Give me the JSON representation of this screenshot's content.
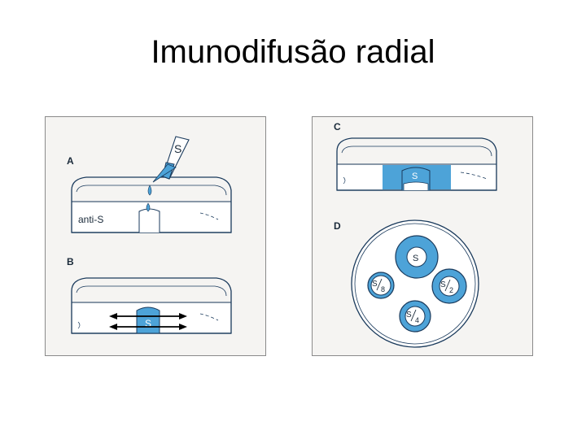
{
  "slide": {
    "title": "Imunodifusão radial"
  },
  "figure": {
    "panel_labels": {
      "a": "A",
      "b": "B",
      "c": "C",
      "d": "D"
    },
    "antibody_label": "anti-S",
    "pipette_label": "S",
    "sample_labels": {
      "main": "S",
      "b_well": "S",
      "c_well": "S"
    },
    "dilution_labels": [
      {
        "num": "S",
        "den": "2"
      },
      {
        "num": "S",
        "den": "4"
      },
      {
        "num": "S",
        "den": "8"
      }
    ],
    "colors": {
      "blue": "#4da3d8",
      "light_blue": "#c8e4f5",
      "outline": "#1a3a5c",
      "panel_bg": "#f5f4f2"
    }
  }
}
